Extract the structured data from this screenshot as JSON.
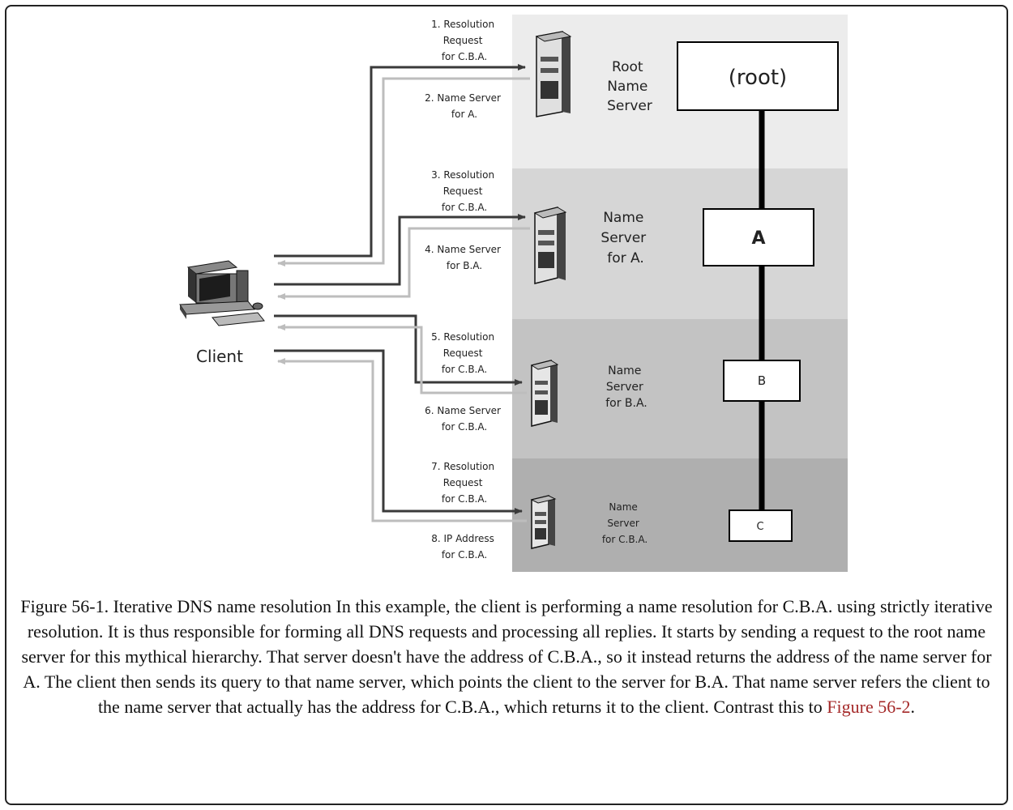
{
  "diagram": {
    "client_label": "Client",
    "tiers": [
      {
        "server_label": [
          "Root",
          "Name",
          "Server"
        ],
        "node_label": "(root)",
        "request_label": [
          "1. Resolution",
          "Request",
          "for C.B.A."
        ],
        "reply_label": [
          "2. Name Server",
          "for A."
        ]
      },
      {
        "server_label": [
          "Name",
          "Server",
          "for A."
        ],
        "node_label": "A",
        "request_label": [
          "3. Resolution",
          "Request",
          "for C.B.A."
        ],
        "reply_label": [
          "4. Name Server",
          "for B.A."
        ]
      },
      {
        "server_label": [
          "Name",
          "Server",
          "for B.A."
        ],
        "node_label": "B",
        "request_label": [
          "5. Resolution",
          "Request",
          "for C.B.A."
        ],
        "reply_label": [
          "6. Name Server",
          "for C.B.A."
        ]
      },
      {
        "server_label": [
          "Name",
          "Server",
          "for C.B.A."
        ],
        "node_label": "C",
        "request_label": [
          "7. Resolution",
          "Request",
          "for C.B.A."
        ],
        "reply_label": [
          "8. IP Address",
          "for C.B.A."
        ]
      }
    ],
    "colors": {
      "tier_backgrounds": [
        "#ececec",
        "#d6d6d6",
        "#c3c3c3",
        "#afafaf"
      ],
      "request_arrow": "#3a3a3a",
      "reply_arrow": "#bdbdbd"
    }
  },
  "caption": {
    "text": "Figure 56-1. Iterative DNS name resolution In this example, the client is performing a name resolution for C.B.A. using strictly iterative resolution. It is thus responsible for forming all DNS requests and processing all replies. It starts by sending a request to the root name server for this mythical hierarchy. That server doesn't have the address of C.B.A., so it instead returns the address of the name server for A. The client then sends its query to that name server, which points the client to the server for B.A. That name server refers the client to the name server that actually has the address for C.B.A., which returns it to the client. Contrast this to ",
    "link_text": "Figure 56-2",
    "end": "."
  }
}
